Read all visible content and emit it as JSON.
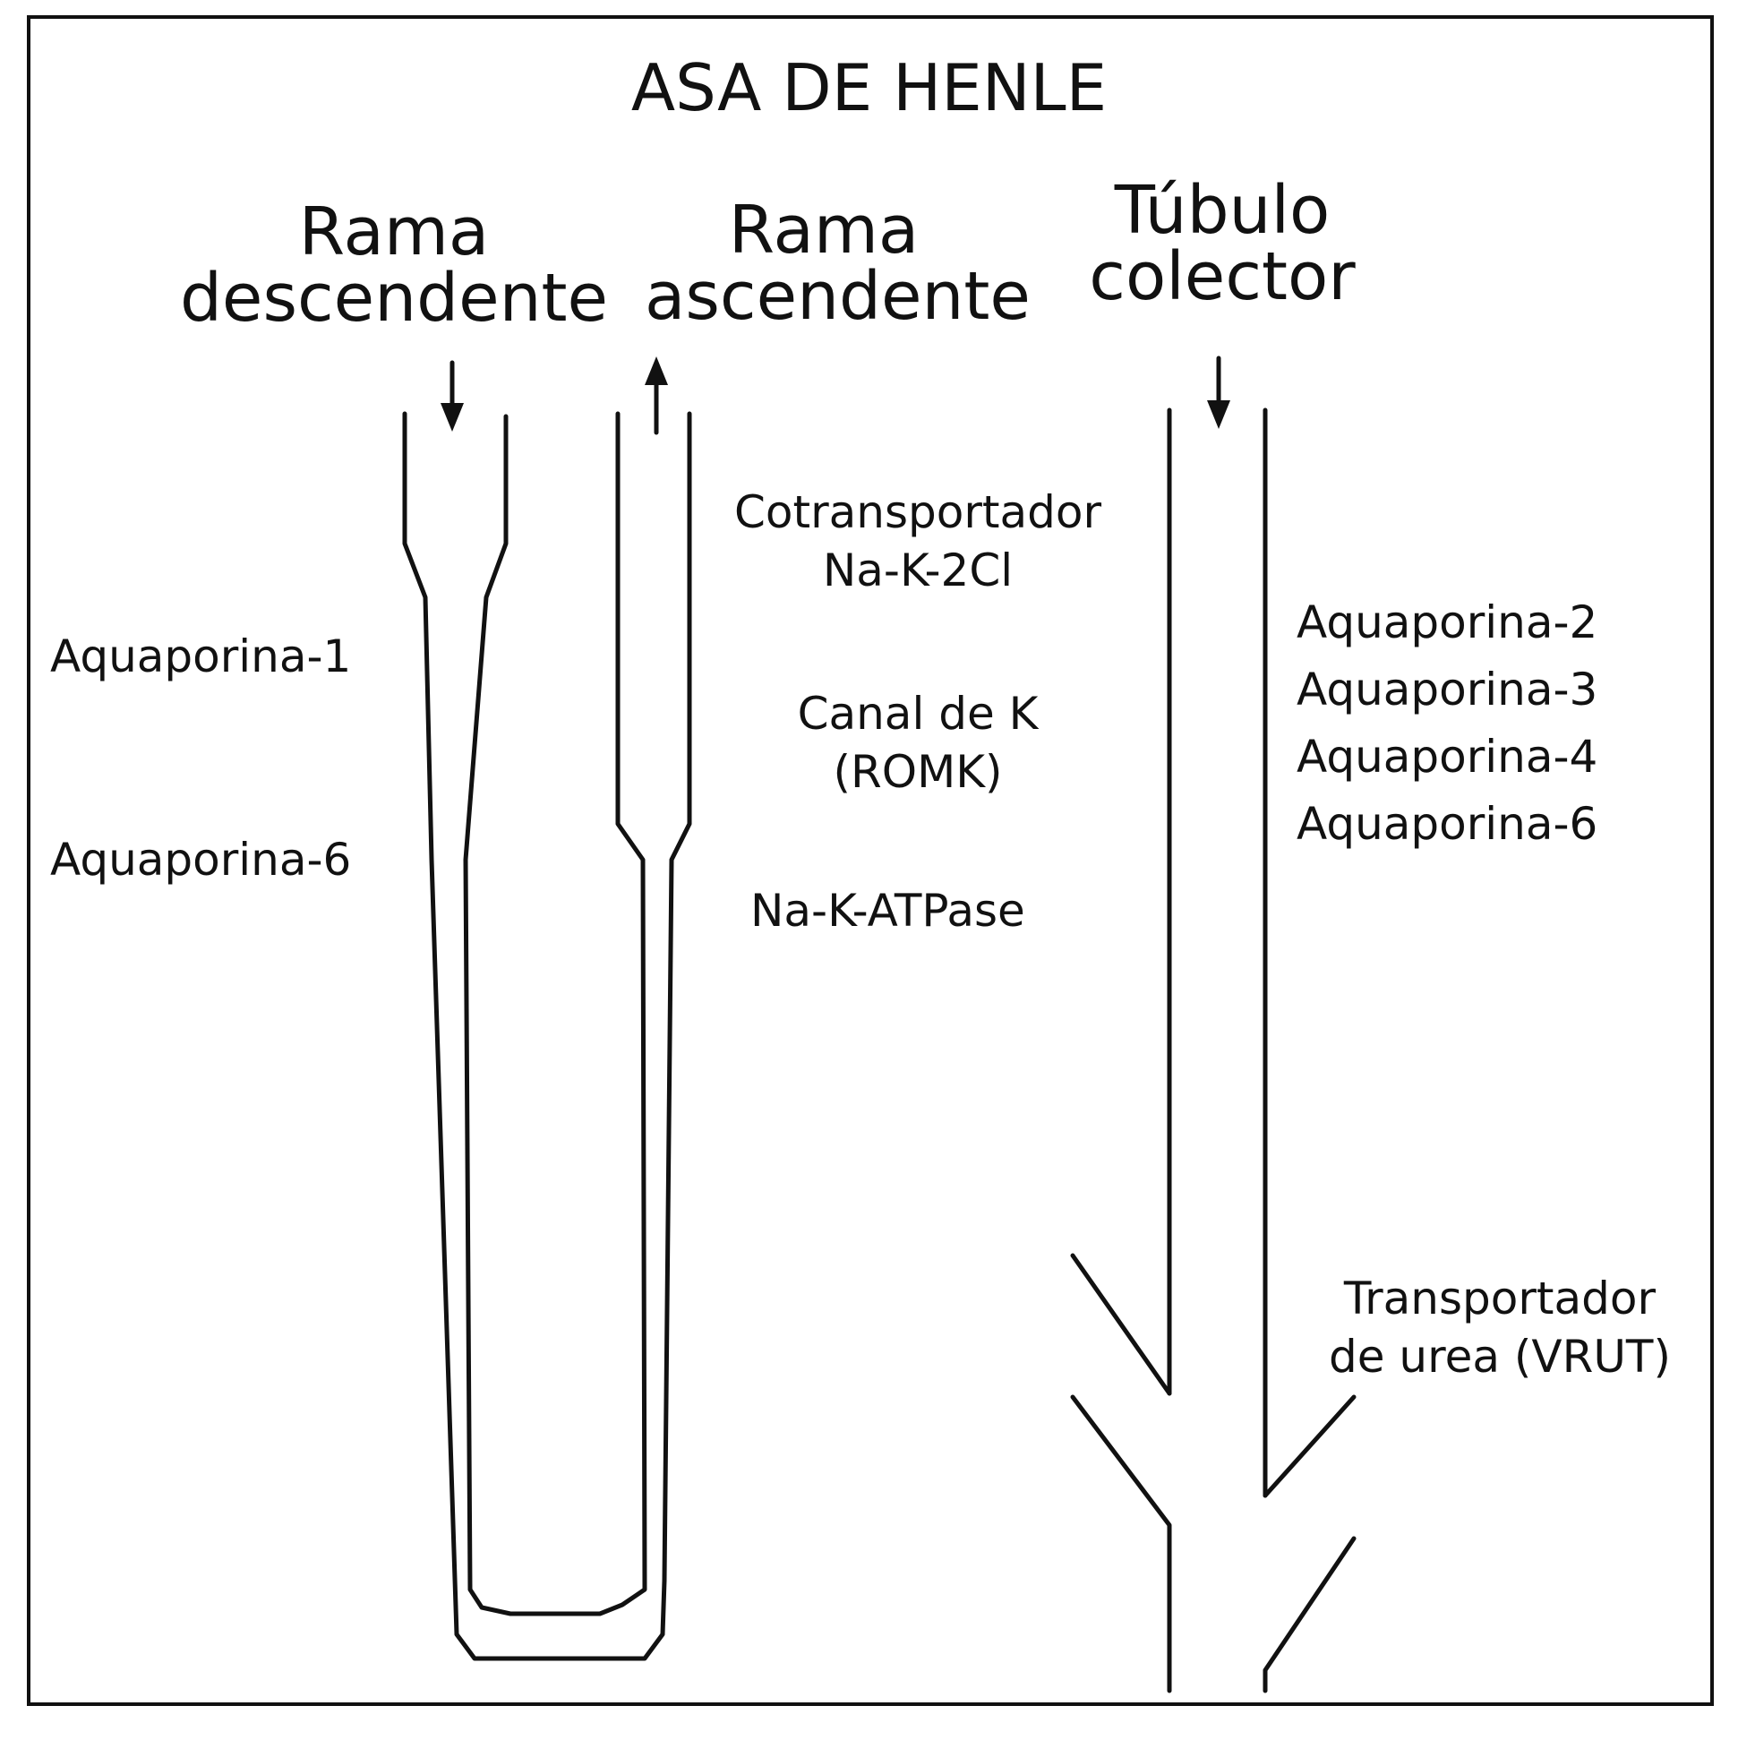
{
  "title": "ASA DE HENLE",
  "headers": {
    "descending": [
      "Rama",
      "descendente"
    ],
    "ascending": [
      "Rama",
      "ascendente"
    ],
    "collecting": [
      "Túbulo",
      "colector"
    ]
  },
  "descending_labels": [
    "Aquaporina-1",
    "Aquaporina-6"
  ],
  "ascending_labels": {
    "cotransporter": [
      "Cotransportador",
      "Na-K-2Cl"
    ],
    "k_channel": [
      "Canal de K",
      "(ROMK)"
    ],
    "pump": "Na-K-ATPase"
  },
  "collecting_labels": {
    "aquaporins": [
      "Aquaporina-2",
      "Aquaporina-3",
      "Aquaporina-4",
      "Aquaporina-6"
    ],
    "urea": [
      "Transportador",
      "de urea (VRUT)"
    ]
  },
  "colors": {
    "ink": "#111111",
    "background": "#ffffff"
  }
}
